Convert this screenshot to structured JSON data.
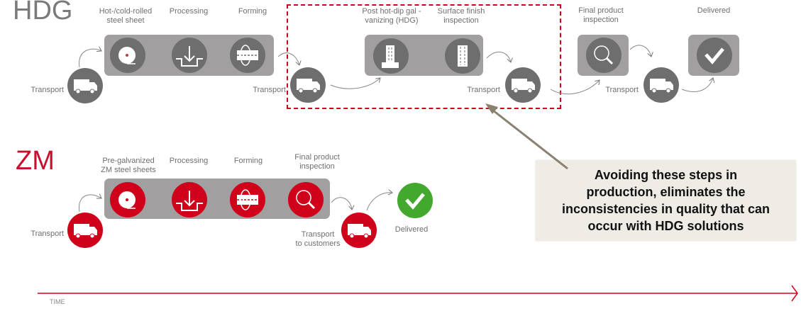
{
  "hdg": {
    "title": "HDG",
    "steps": [
      {
        "label": "Hot-/cold-rolled\nsteel sheet",
        "icon": "coil-icon"
      },
      {
        "label": "Processing",
        "icon": "processing-icon"
      },
      {
        "label": "Forming",
        "icon": "forming-icon"
      },
      {
        "label": "Post hot-dip gal -\nvanizing (HDG)",
        "icon": "galvanizing-icon"
      },
      {
        "label": "Surface finish\ninspection",
        "icon": "surface-inspection-icon"
      },
      {
        "label": "Final product\ninspection",
        "icon": "magnifier-icon"
      },
      {
        "label": "Delivered",
        "icon": "checkmark-icon"
      }
    ],
    "transports": [
      "Transport",
      "Transport",
      "Transport",
      "Transport"
    ]
  },
  "zm": {
    "title": "ZM",
    "steps": [
      {
        "label": "Pre-galvanized\nZM steel sheets",
        "icon": "coil-icon"
      },
      {
        "label": "Processing",
        "icon": "processing-icon"
      },
      {
        "label": "Forming",
        "icon": "forming-icon"
      },
      {
        "label": "Final product\ninspection",
        "icon": "magnifier-icon"
      },
      {
        "label": "Delivered",
        "icon": "checkmark-icon"
      }
    ],
    "transports": [
      "Transport",
      "Transport\nto customers"
    ]
  },
  "callout": {
    "text": "Avoiding these steps in production, eliminates the inconsistencies in quality that can occur with HDG solutions"
  },
  "timeline": {
    "label": "TIME"
  },
  "colors": {
    "hdg_grey": "#6e6e6e",
    "panel_grey": "#a19fa0",
    "zm_red": "#d0021b",
    "delivered_green": "#43a92e",
    "callout_bg": "#efece6",
    "pointer_arrow": "#8a8270"
  }
}
